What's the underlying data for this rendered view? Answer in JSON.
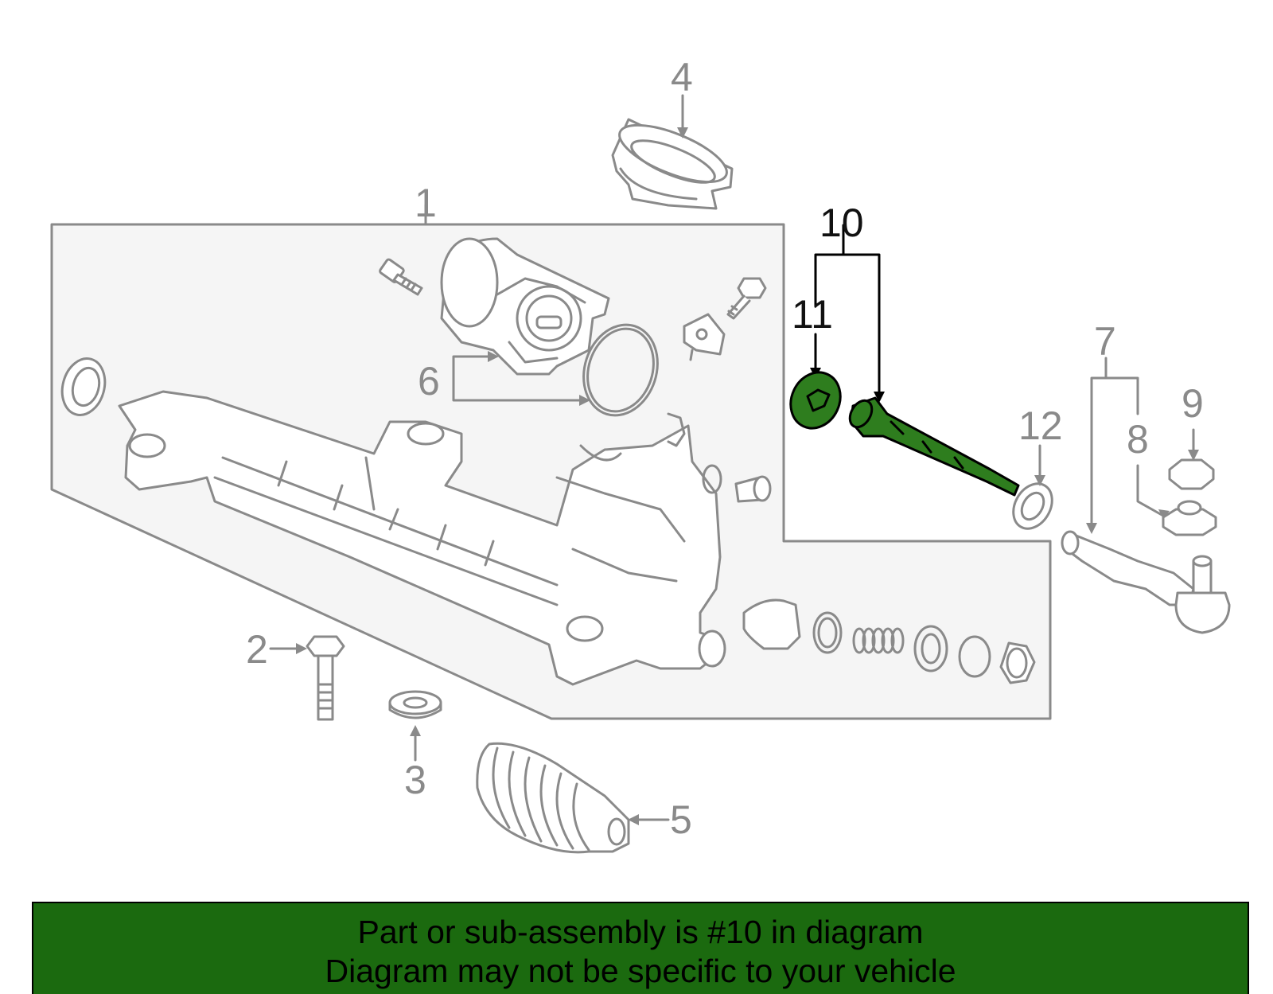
{
  "diagram": {
    "callouts": [
      {
        "id": "1",
        "highlight": false
      },
      {
        "id": "2",
        "highlight": false
      },
      {
        "id": "3",
        "highlight": false
      },
      {
        "id": "4",
        "highlight": false
      },
      {
        "id": "5",
        "highlight": false
      },
      {
        "id": "6",
        "highlight": false
      },
      {
        "id": "7",
        "highlight": false
      },
      {
        "id": "8",
        "highlight": false
      },
      {
        "id": "9",
        "highlight": false
      },
      {
        "id": "10",
        "highlight": true
      },
      {
        "id": "11",
        "highlight": true
      },
      {
        "id": "12",
        "highlight": false
      }
    ],
    "colors": {
      "line": "#8a8a8a",
      "highlight_fill": "#2e7d1e",
      "highlight_line": "#000000",
      "panel_fill": "#f5f5f5"
    }
  },
  "banner": {
    "line1": "Part or sub-assembly is #10 in diagram",
    "line2": "Diagram may not be specific to your vehicle",
    "background": "#1b6a0f"
  }
}
